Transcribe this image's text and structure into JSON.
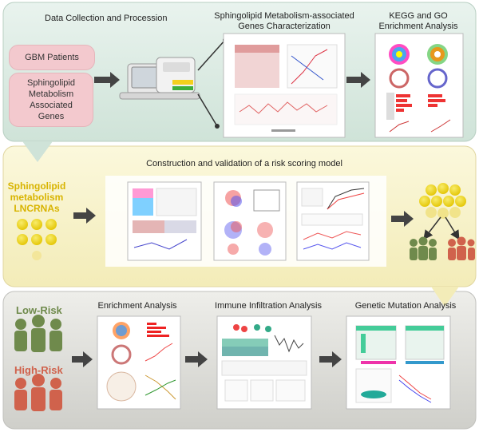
{
  "section1": {
    "title": "Data Collection and Procession",
    "gbm_label": "GBM Patients",
    "sphingo_label": "Sphingolipid Metabolism Associated Genes",
    "characterization_title": "Sphingolipid Metabolism-associated Genes Characterization",
    "kegg_title": "KEGG and GO Enrichment Analysis"
  },
  "section2": {
    "title": "Construction and validation of a risk scoring model",
    "lncrna_label": "Sphingolipid metabolism LNCRNAs"
  },
  "section3": {
    "low_risk": "Low-Risk",
    "high_risk": "High-Risk",
    "enrichment_title": "Enrichment Analysis",
    "immune_title": "Immune Infiltration Analysis",
    "mutation_title": "Genetic Mutation Analysis"
  },
  "colors": {
    "band1": "#dfeee6",
    "band2": "#f8f3cf",
    "band3": "#e0e0dc",
    "pink_box": "#f3c9ce",
    "lncrna_yellow": "#e8d018",
    "low_risk_green": "#6f8a4c",
    "high_risk_red": "#d0624c",
    "arrow": "#4a4a4a"
  }
}
